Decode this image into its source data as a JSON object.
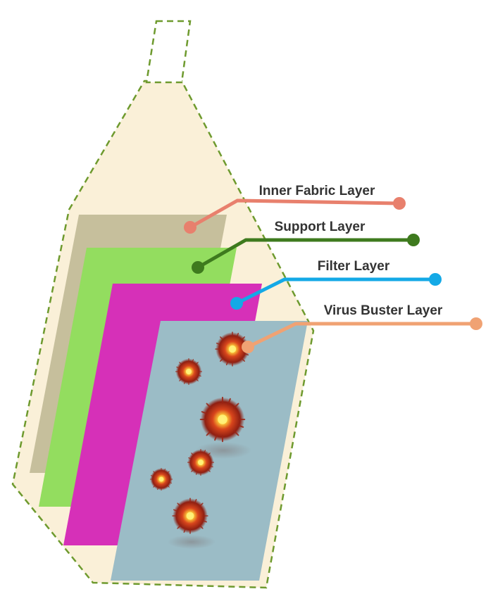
{
  "layers": [
    {
      "key": "inner_fabric",
      "label": "Inner Fabric Layer",
      "color": "#e8806d",
      "fill": "#c6bf9c"
    },
    {
      "key": "support",
      "label": "Support Layer",
      "color": "#3e7a1e",
      "fill": "#93dd5f"
    },
    {
      "key": "filter",
      "label": "Filter Layer",
      "color": "#14a9e6",
      "fill": "#d630b8"
    },
    {
      "key": "virus_buster",
      "label": "Virus Buster Layer",
      "color": "#f0a273",
      "fill": "#9bbcc6"
    }
  ],
  "colors": {
    "outline": "#6e9a2e",
    "bag_fill": "#faf0d8",
    "virus_core": "#ffe25a",
    "virus_body": "#c0361b"
  },
  "icons": [
    "virus-icon"
  ]
}
